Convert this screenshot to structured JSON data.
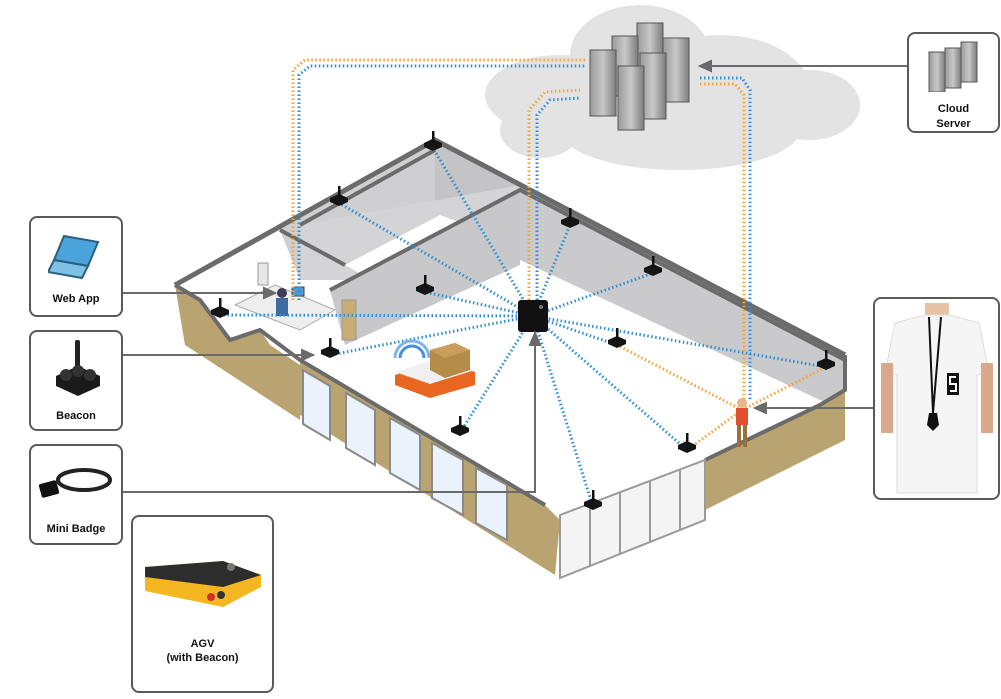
{
  "diagram": {
    "type": "indoor-positioning-system-overview",
    "colors": {
      "uplink": "#f5a23a",
      "downlink": "#2f8fd0",
      "wall_top": "#6b6b6b",
      "wall_inner": "#c9c9cb",
      "wall_outer": "#b9a471",
      "floor": "#ffffff",
      "cloud": "#e3e3e3",
      "card_border": "#5a5a5a",
      "arrow": "#6a6a6a"
    },
    "cards": {
      "cloud_server": {
        "label_line1": "Cloud",
        "label_line2": "Server",
        "icon": "server-rack-icon"
      },
      "web_app": {
        "label": "Web App",
        "icon": "laptop-icon"
      },
      "beacon": {
        "label": "Beacon",
        "icon": "beacon-icon"
      },
      "mini_badge": {
        "label": "Mini Badge",
        "icon": "badge-lanyard-icon"
      },
      "agv": {
        "label_line1": "AGV",
        "label_line2": "(with Beacon)",
        "icon": "agv-robot-icon"
      },
      "wearer": {
        "icon": "person-wearing-badge-icon"
      }
    },
    "scene_elements": {
      "cloud": "cloud-with-servers",
      "hub": "modem-gateway",
      "beacons_count": 12,
      "agv_in_building": "agv-carrying-box",
      "person": "person-with-badge",
      "office_worker": "person-at-desk-with-laptop"
    }
  }
}
